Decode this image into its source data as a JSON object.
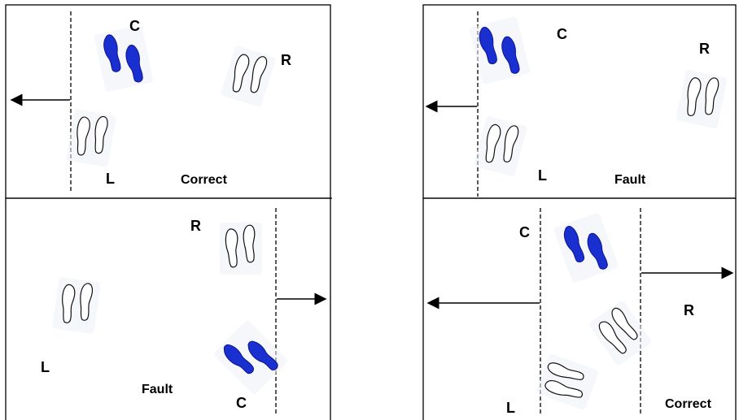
{
  "panels": [
    {
      "labels": {
        "c": "C",
        "r": "R",
        "l": "L"
      },
      "result": "Correct"
    },
    {
      "labels": {
        "c": "C",
        "r": "R",
        "l": "L"
      },
      "result": "Fault"
    },
    {
      "labels": {
        "c": "C",
        "r": "R",
        "l": "L"
      },
      "result": "Fault"
    },
    {
      "labels": {
        "c": "C",
        "r": "R",
        "l": "L"
      },
      "result": "Correct"
    }
  ],
  "colors": {
    "participant_c": "#1a2fd0",
    "outline": "#111111"
  }
}
